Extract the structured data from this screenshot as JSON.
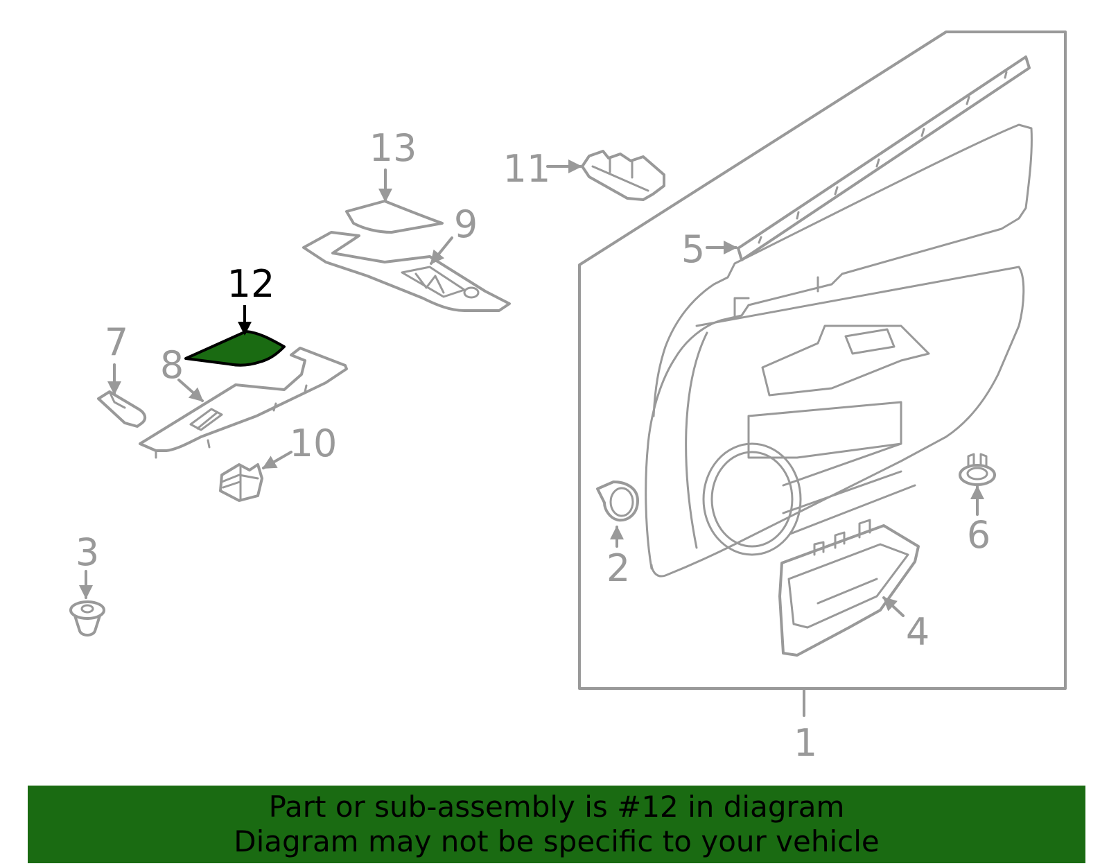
{
  "diagram": {
    "selected_callout": "12",
    "highlight_color": "#1a6b12",
    "line_color": "#999999",
    "callouts": {
      "c1": "1",
      "c2": "2",
      "c3": "3",
      "c4": "4",
      "c5": "5",
      "c6": "6",
      "c7": "7",
      "c8": "8",
      "c9": "9",
      "c10": "10",
      "c11": "11",
      "c12": "12",
      "c13": "13"
    }
  },
  "banner": {
    "line1": "Part or sub-assembly is #12 in diagram",
    "line2": "Diagram may not be specific to your vehicle",
    "background": "#1a6b12"
  }
}
